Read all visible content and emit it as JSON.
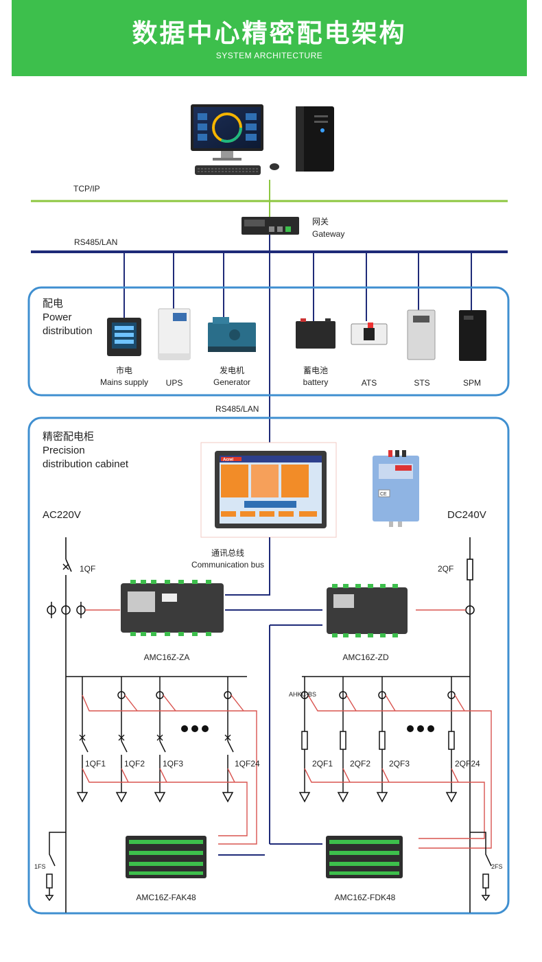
{
  "banner": {
    "title": "数据中心精密配电架构",
    "subtitle": "SYSTEM ARCHITECTURE"
  },
  "network": {
    "tcp_label": "TCP/IP",
    "gateway_cn": "网关",
    "gateway_en": "Gateway",
    "rs485_top_label": "RS485/LAN",
    "rs485_mid_label": "RS485/LAN"
  },
  "power_distribution": {
    "title_cn": "配电",
    "title_en_1": "Power",
    "title_en_2": "distribution",
    "devices": [
      {
        "cn": "市电",
        "en": "Mains supply"
      },
      {
        "cn": "",
        "en": "UPS"
      },
      {
        "cn": "发电机",
        "en": "Generator"
      },
      {
        "cn": "蓄电池",
        "en": "battery"
      },
      {
        "cn": "",
        "en": "ATS"
      },
      {
        "cn": "",
        "en": "STS"
      },
      {
        "cn": "",
        "en": "SPM"
      }
    ]
  },
  "cabinet": {
    "title_cn": "精密配电柜",
    "title_en_1": "Precision",
    "title_en_2": "distribution cabinet",
    "hmi_brand": "Acrel",
    "module_mark": "CE",
    "ac_label": "AC220V",
    "dc_label": "DC240V",
    "comm_bus_cn": "通讯总线",
    "comm_bus_en": "Communication bus",
    "qf1": "1QF",
    "qf2": "2QF",
    "ac_module": "AMC16Z-ZA",
    "dc_module": "AMC16Z-ZD",
    "ahkc_label": "AHKC-BS",
    "ac_branches": [
      "1QF1",
      "1QF2",
      "1QF3",
      "1QF24"
    ],
    "dc_branches": [
      "2QF1",
      "2QF2",
      "2QF3",
      "2QF24"
    ],
    "fs1": "1FS",
    "fs2": "2FS",
    "ac_branch_module": "AMC16Z-FAK48",
    "dc_branch_module": "AMC16Z-FDK48"
  },
  "colors": {
    "banner_green": "#3dbf4c",
    "tcp_line": "#8cc63f",
    "bus_navy": "#1e2a78",
    "frame_blue": "#3f8fd0",
    "red_line": "#d9534f",
    "black_line": "#111111"
  }
}
